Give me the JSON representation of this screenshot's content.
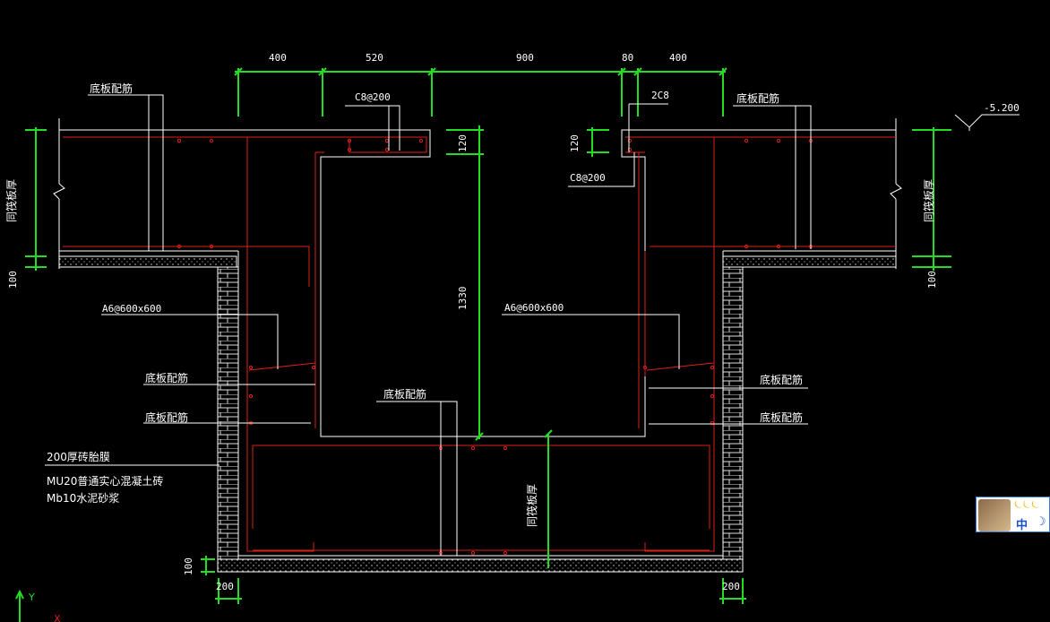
{
  "drawing": {
    "dims_top": [
      "400",
      "520",
      "900",
      "80",
      "400"
    ],
    "elevation": "-5.200",
    "dim_120_left": "120",
    "dim_120_right": "120",
    "dim_1330": "1330",
    "dim_100_left": "100",
    "dim_100_right": "100",
    "dim_100_bottom": "100",
    "dim_200_left": "200",
    "dim_200_right": "200",
    "side_left": "同筏板厚",
    "side_right": "同筏板厚",
    "center_vertical": "同筏板厚"
  },
  "labels": {
    "c8_left": "C8@200",
    "c8_right": "C8@200",
    "bars_2c8": "2C8",
    "floor_rebar_tl": "底板配筋",
    "floor_rebar_tr": "底板配筋",
    "a6_left": "A6@600x600",
    "a6_center": "A6@600x600",
    "floor_rebar_l1": "底板配筋",
    "floor_rebar_l2": "底板配筋",
    "floor_rebar_center": "底板配筋",
    "floor_rebar_r1": "底板配筋",
    "floor_rebar_r2": "底板配筋",
    "brick_1": "200厚砖胎膜",
    "brick_2": "MU20普通实心混凝土砖",
    "brick_3": "Mb10水泥砂浆"
  },
  "ucs": {
    "y_axis": "Y",
    "x_axis": "X"
  },
  "ime": {
    "moons": "⏾⏾⏾",
    "mode": "中",
    "moon": "☽"
  },
  "colors": {
    "rebar": "#e0201a",
    "dimension": "#22dd22",
    "outline": "#ffffff",
    "background": "#000000"
  }
}
